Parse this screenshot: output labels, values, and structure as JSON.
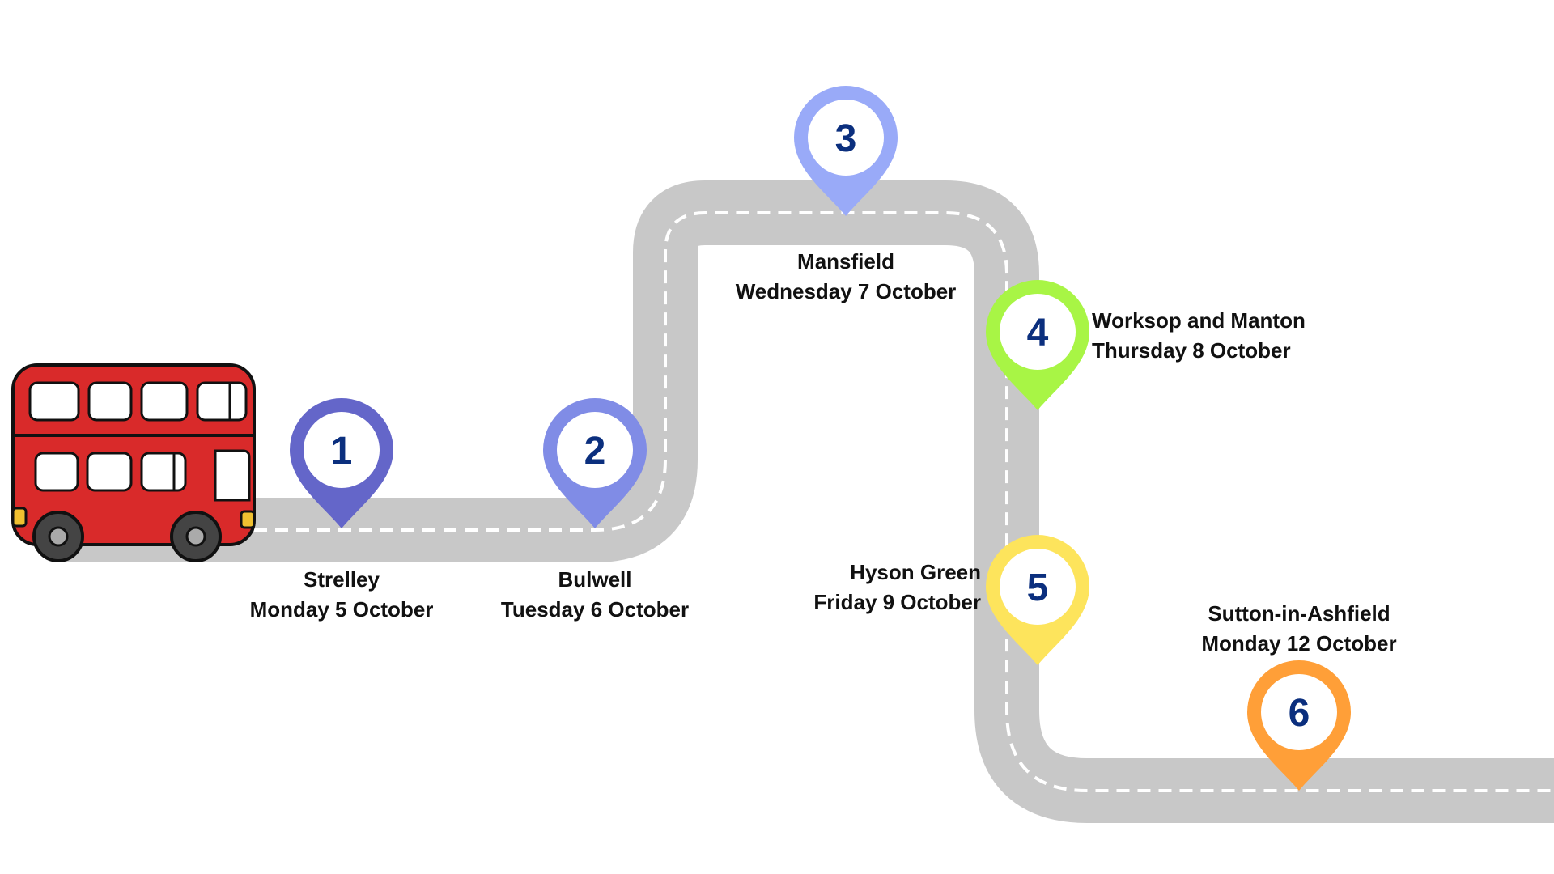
{
  "route": {
    "road_color": "#c8c8c8",
    "dash_color": "#ffffff",
    "number_color": "#0b2f7e"
  },
  "stops": [
    {
      "number": "1",
      "place": "Strelley",
      "date": "Monday 5 October",
      "color": "#6466c9"
    },
    {
      "number": "2",
      "place": "Bulwell",
      "date": "Tuesday 6 October",
      "color": "#808ce6"
    },
    {
      "number": "3",
      "place": "Mansfield",
      "date": "Wednesday 7 October",
      "color": "#99aaf8"
    },
    {
      "number": "4",
      "place": "Worksop and Manton",
      "date": "Thursday 8 October",
      "color": "#a8f545"
    },
    {
      "number": "5",
      "place": "Hyson Green",
      "date": "Friday 9 October",
      "color": "#fde45c"
    },
    {
      "number": "6",
      "place": "Sutton-in-Ashfield",
      "date": "Monday 12 October",
      "color": "#ff9f38"
    }
  ],
  "bus": {
    "icon": "double-decker-bus-icon",
    "body_color": "#d92a2a"
  }
}
